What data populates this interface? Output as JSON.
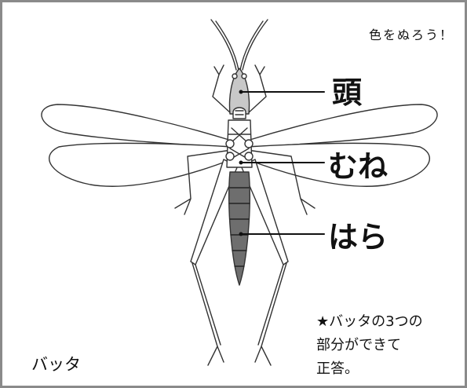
{
  "worksheet": {
    "instruction": "色をぬろう！",
    "labels": {
      "head": "頭",
      "chest": "むね",
      "belly": "はら"
    },
    "note": "★バッタの3つの\n部分ができて\n正答。",
    "insect_name": "バッタ"
  },
  "colors": {
    "head_fill": "#c8c8c8",
    "belly_fill": "#6e6e6e",
    "outline": "#333333",
    "wing_fill": "#ffffff",
    "border": "#8a8a8a"
  }
}
